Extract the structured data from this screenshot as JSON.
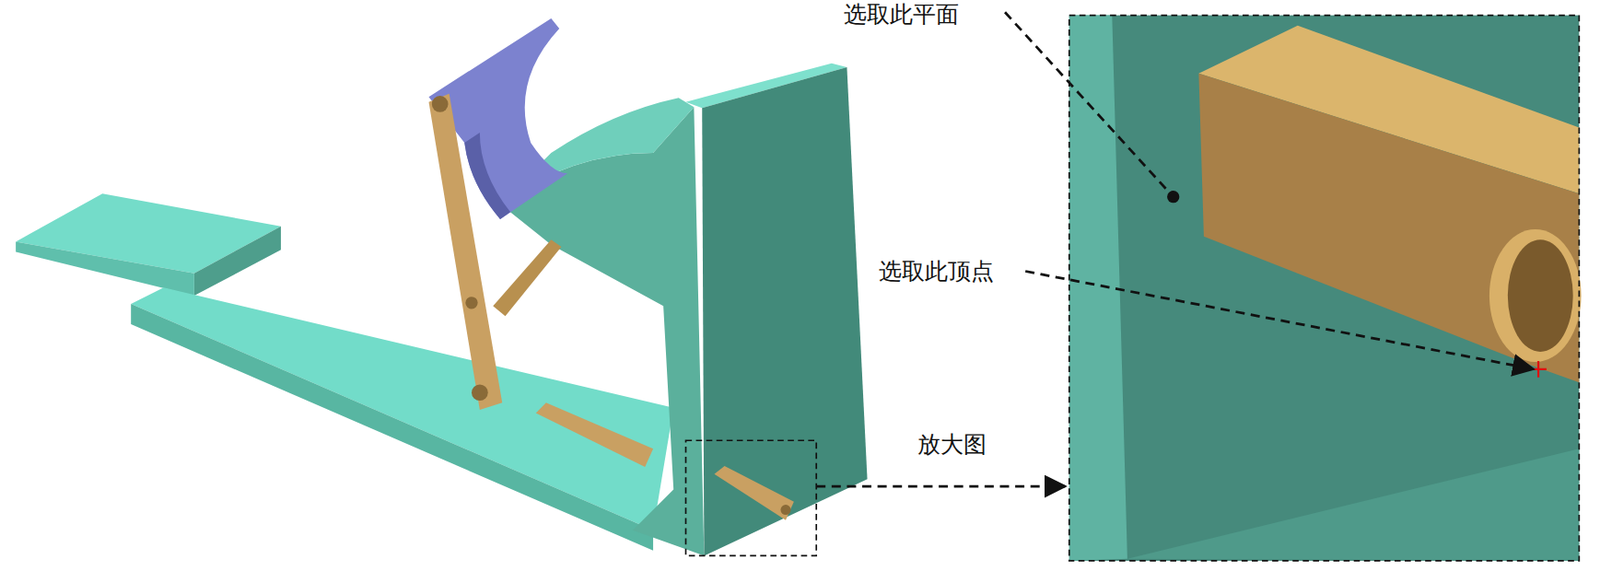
{
  "diagram": {
    "labels": [
      "选取此平面",
      "选取此顶点",
      "放大图"
    ]
  }
}
